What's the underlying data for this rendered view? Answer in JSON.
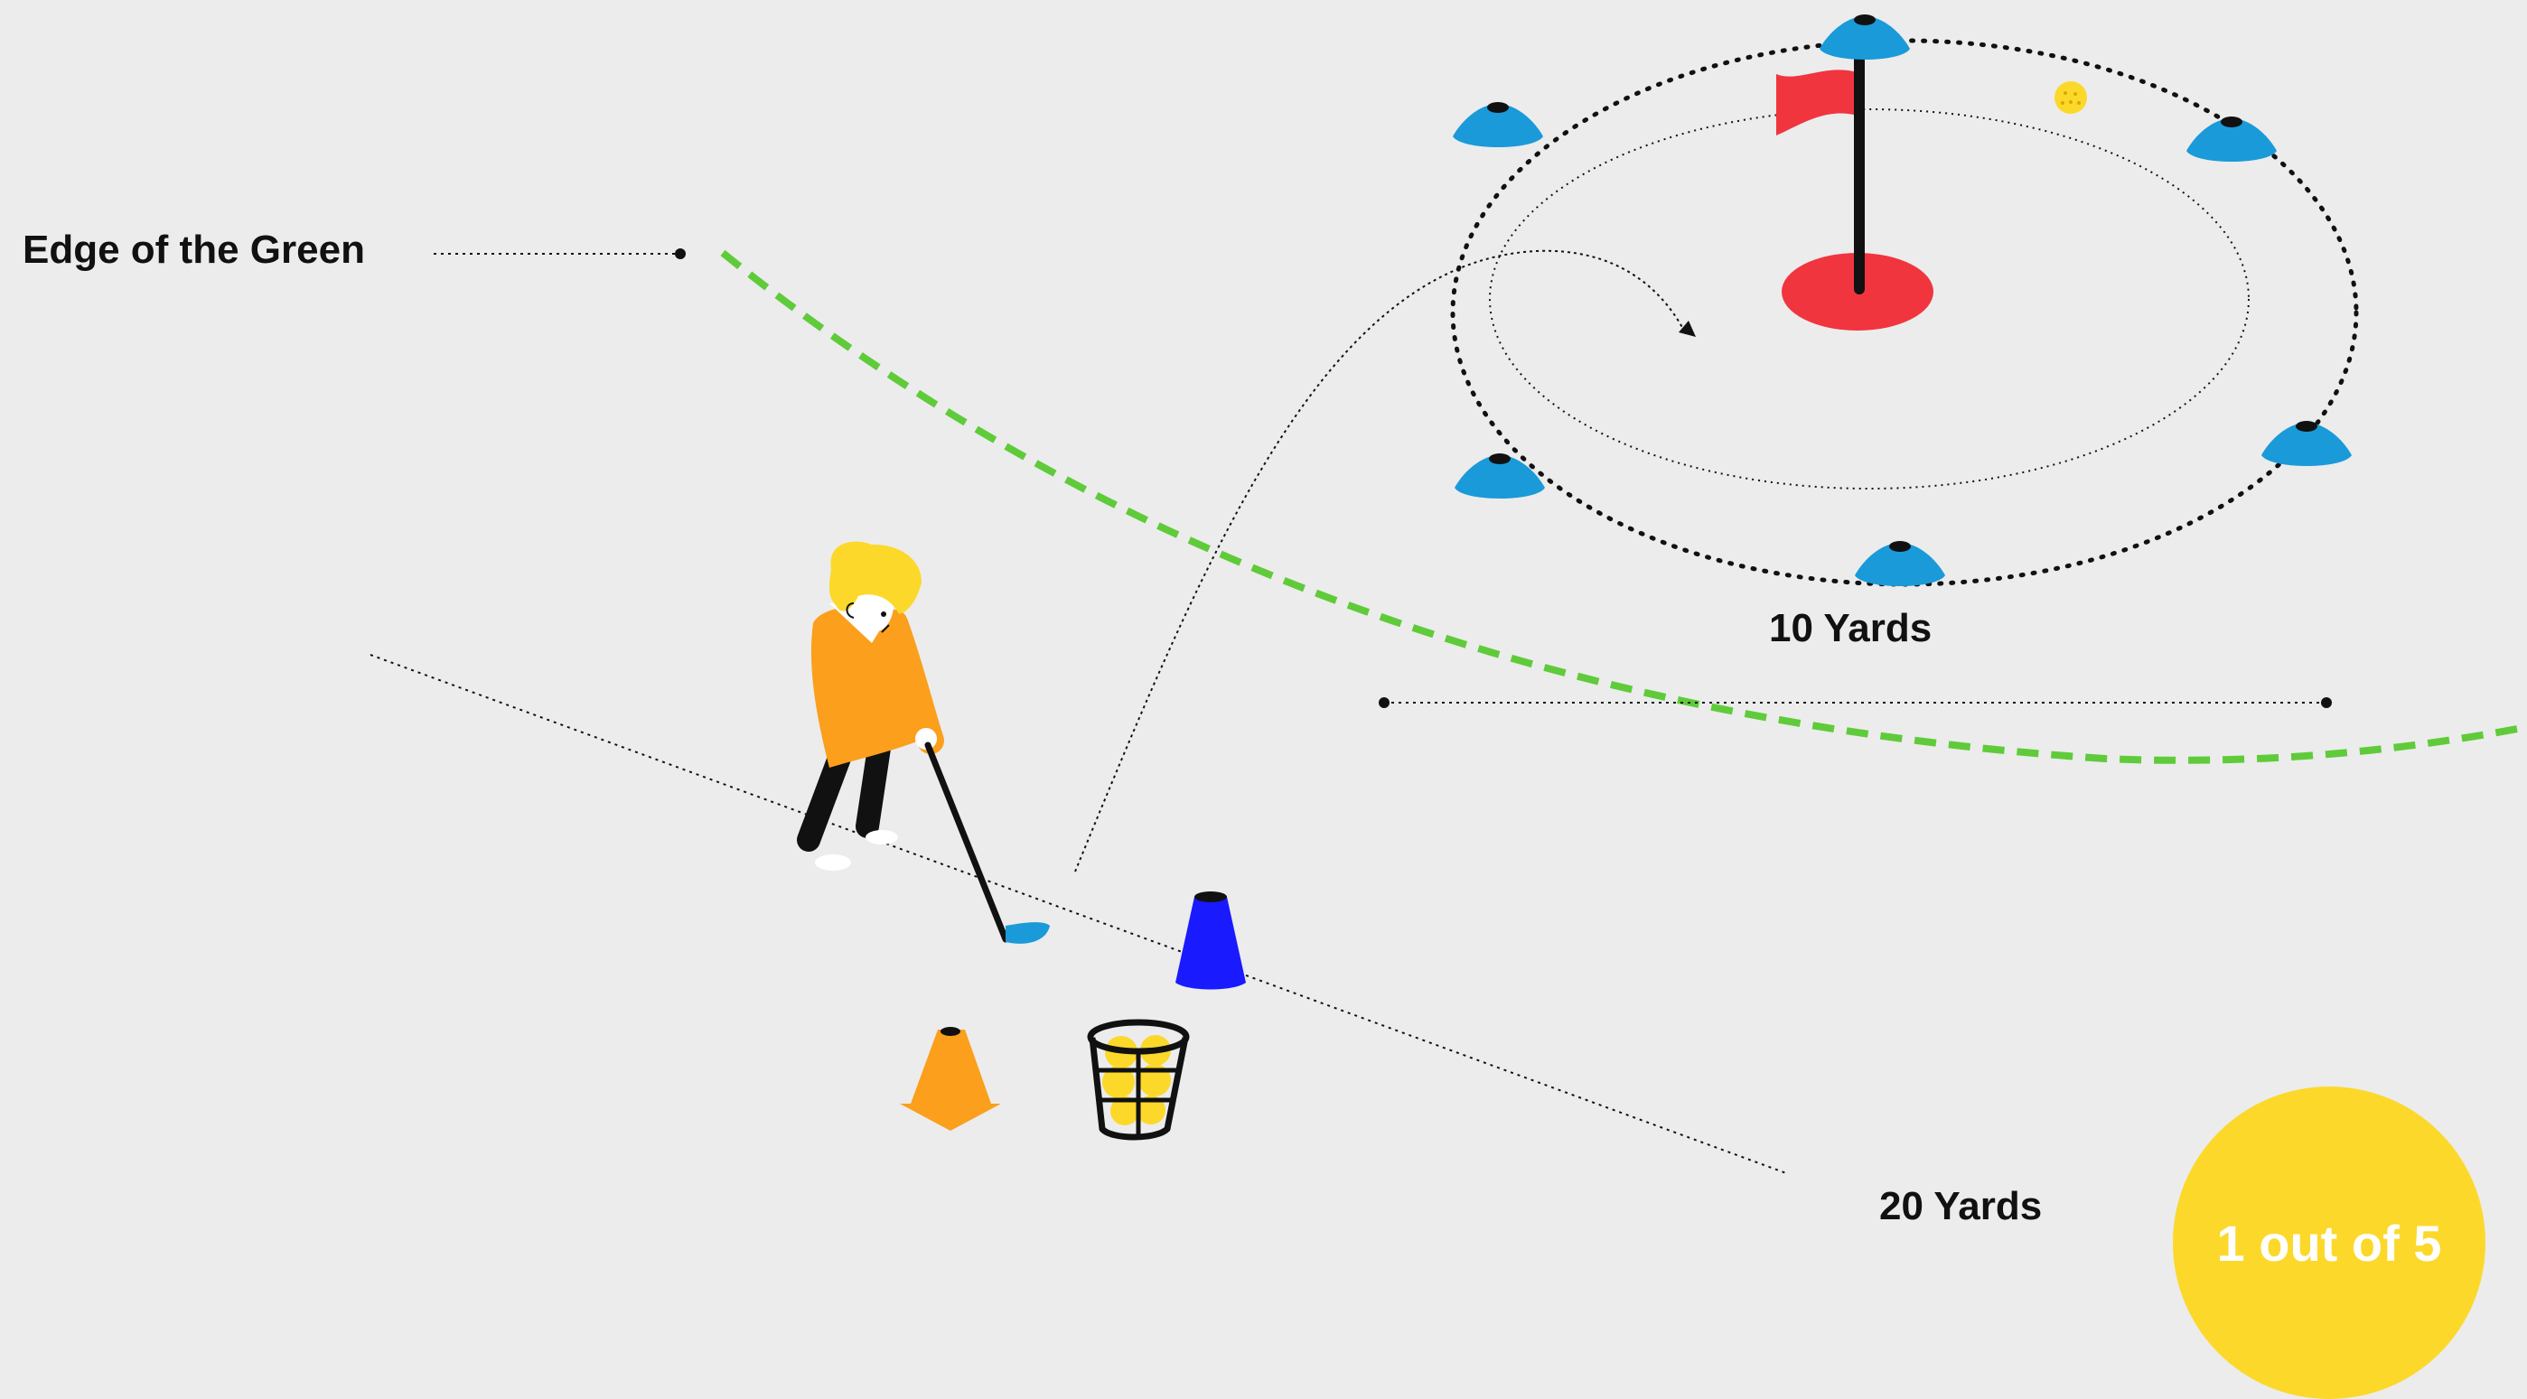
{
  "labels": {
    "edge_of_green": "Edge of the Green",
    "ten_yards": "10 Yards",
    "twenty_yards": "20 Yards"
  },
  "progress": {
    "text": "1 out of 5",
    "current": 1,
    "total": 5
  },
  "colors": {
    "background": "#ececec",
    "green_edge": "#5fcb3a",
    "target_cone": "#1a9ad9",
    "flag": "#f0353f",
    "hole": "#f0353f",
    "golfer_shirt": "#fb9f1c",
    "golfer_hair": "#fcd82a",
    "tee_cone": "#1a1aff",
    "orange_cone": "#fb9f1c",
    "balls": "#fcd82a",
    "badge": "#fcd82a"
  },
  "icons": [
    "golfer-figure",
    "flag-icon",
    "hole-icon",
    "target-cone-icon",
    "tee-cone-icon",
    "orange-cone-icon",
    "ball-basket-icon",
    "golf-ball-icon"
  ]
}
